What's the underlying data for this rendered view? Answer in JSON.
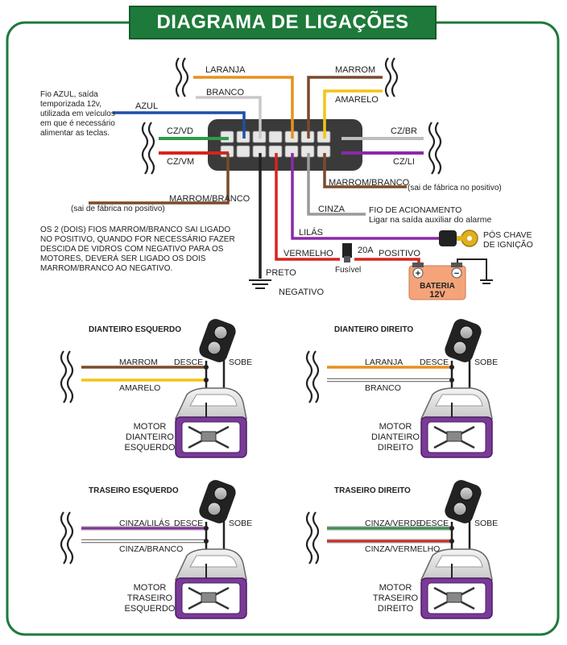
{
  "title": "DIAGRAMA DE LIGAÇÕES",
  "colors": {
    "frame": "#1e7a3a",
    "orange": "#e8901c",
    "brown": "#7a4a2c",
    "yellow": "#f2c418",
    "blue": "#1f4fa8",
    "green": "#2e9a48",
    "red": "#d8241c",
    "grey": "#9a9a9a",
    "purple": "#8a2aa8",
    "black": "#222222",
    "motor_purple": "#7a3a98",
    "connector": "#3a3a3a",
    "section_title": "#c0141c",
    "battery": "#f5a47a"
  },
  "connector": {
    "wires": {
      "laranja": "LARANJA",
      "branco": "BRANCO",
      "marrom": "MARROM",
      "amarelo": "AMARELO",
      "azul": "AZUL",
      "cz_vd": "CZ/VD",
      "cz_vm": "CZ/VM",
      "cz_br": "CZ/BR",
      "cz_li": "CZ/LI",
      "marrom_branco_right": "MARROM/BRANCO",
      "marrom_branco_left": "MARROM/BRANCO",
      "cinza": "CINZA",
      "lilas": "LILÁS",
      "vermelho": "VERMELHO",
      "positivo": "POSITIVO",
      "preto": "PRETO",
      "negativo": "NEGATIVO"
    },
    "notes": {
      "azul_note": [
        "Fio AZUL, saída",
        "temporizada 12v,",
        "utilizada em veículos",
        "em que é necessário",
        "alimentar as teclas."
      ],
      "factory_positive_right": "(sai de fábrica no positivo)",
      "factory_positive_left": "(sai de fábrica no positivo)",
      "acionamento": [
        "FIO DE ACIONAMENTO",
        "Ligar na saída auxiliar do alarme"
      ],
      "chave": [
        "PÓS CHAVE",
        "DE IGNIÇÃO"
      ],
      "fuse_rating": "20A",
      "fuse_label": "Fusível",
      "battery_label": "BATERIA",
      "battery_voltage": "12V",
      "battery_plus": "+",
      "battery_minus": "−",
      "warning": [
        "OS 2 (DOIS) FIOS MARROM/BRANCO SAI LIGADO",
        "NO POSITIVO, QUANDO FOR NECESSÁRIO FAZER",
        "DESCIDA DE VIDROS COM NEGATIVO PARA OS",
        "MOTORES, DEVERÁ SER LIGADO OS DOIS",
        "MARROM/BRANCO AO NEGATIVO."
      ]
    }
  },
  "doors": {
    "front_left": {
      "title": "DIANTEIRO ESQUERDO",
      "wire_top": "MARROM",
      "wire_bottom": "AMARELO",
      "desce": "DESCE",
      "sobe": "SOBE",
      "motor": [
        "MOTOR",
        "DIANTEIRO",
        "ESQUERDO"
      ]
    },
    "front_right": {
      "title": "DIANTEIRO DIREITO",
      "wire_top": "LARANJA",
      "wire_bottom": "BRANCO",
      "desce": "DESCE",
      "sobe": "SOBE",
      "motor": [
        "MOTOR",
        "DIANTEIRO",
        "DIREITO"
      ]
    },
    "rear_left": {
      "title": "TRASEIRO ESQUERDO",
      "wire_top": "CINZA/LILÁS",
      "wire_bottom": "CINZA/BRANCO",
      "desce": "DESCE",
      "sobe": "SOBE",
      "motor": [
        "MOTOR",
        "TRASEIRO",
        "ESQUERDO"
      ]
    },
    "rear_right": {
      "title": "TRASEIRO DIREITO",
      "wire_top": "CINZA/VERDE",
      "wire_bottom": "CINZA/VERMELHO",
      "desce": "DESCE",
      "sobe": "SOBE",
      "motor": [
        "MOTOR",
        "TRASEIRO",
        "DIREITO"
      ]
    }
  }
}
